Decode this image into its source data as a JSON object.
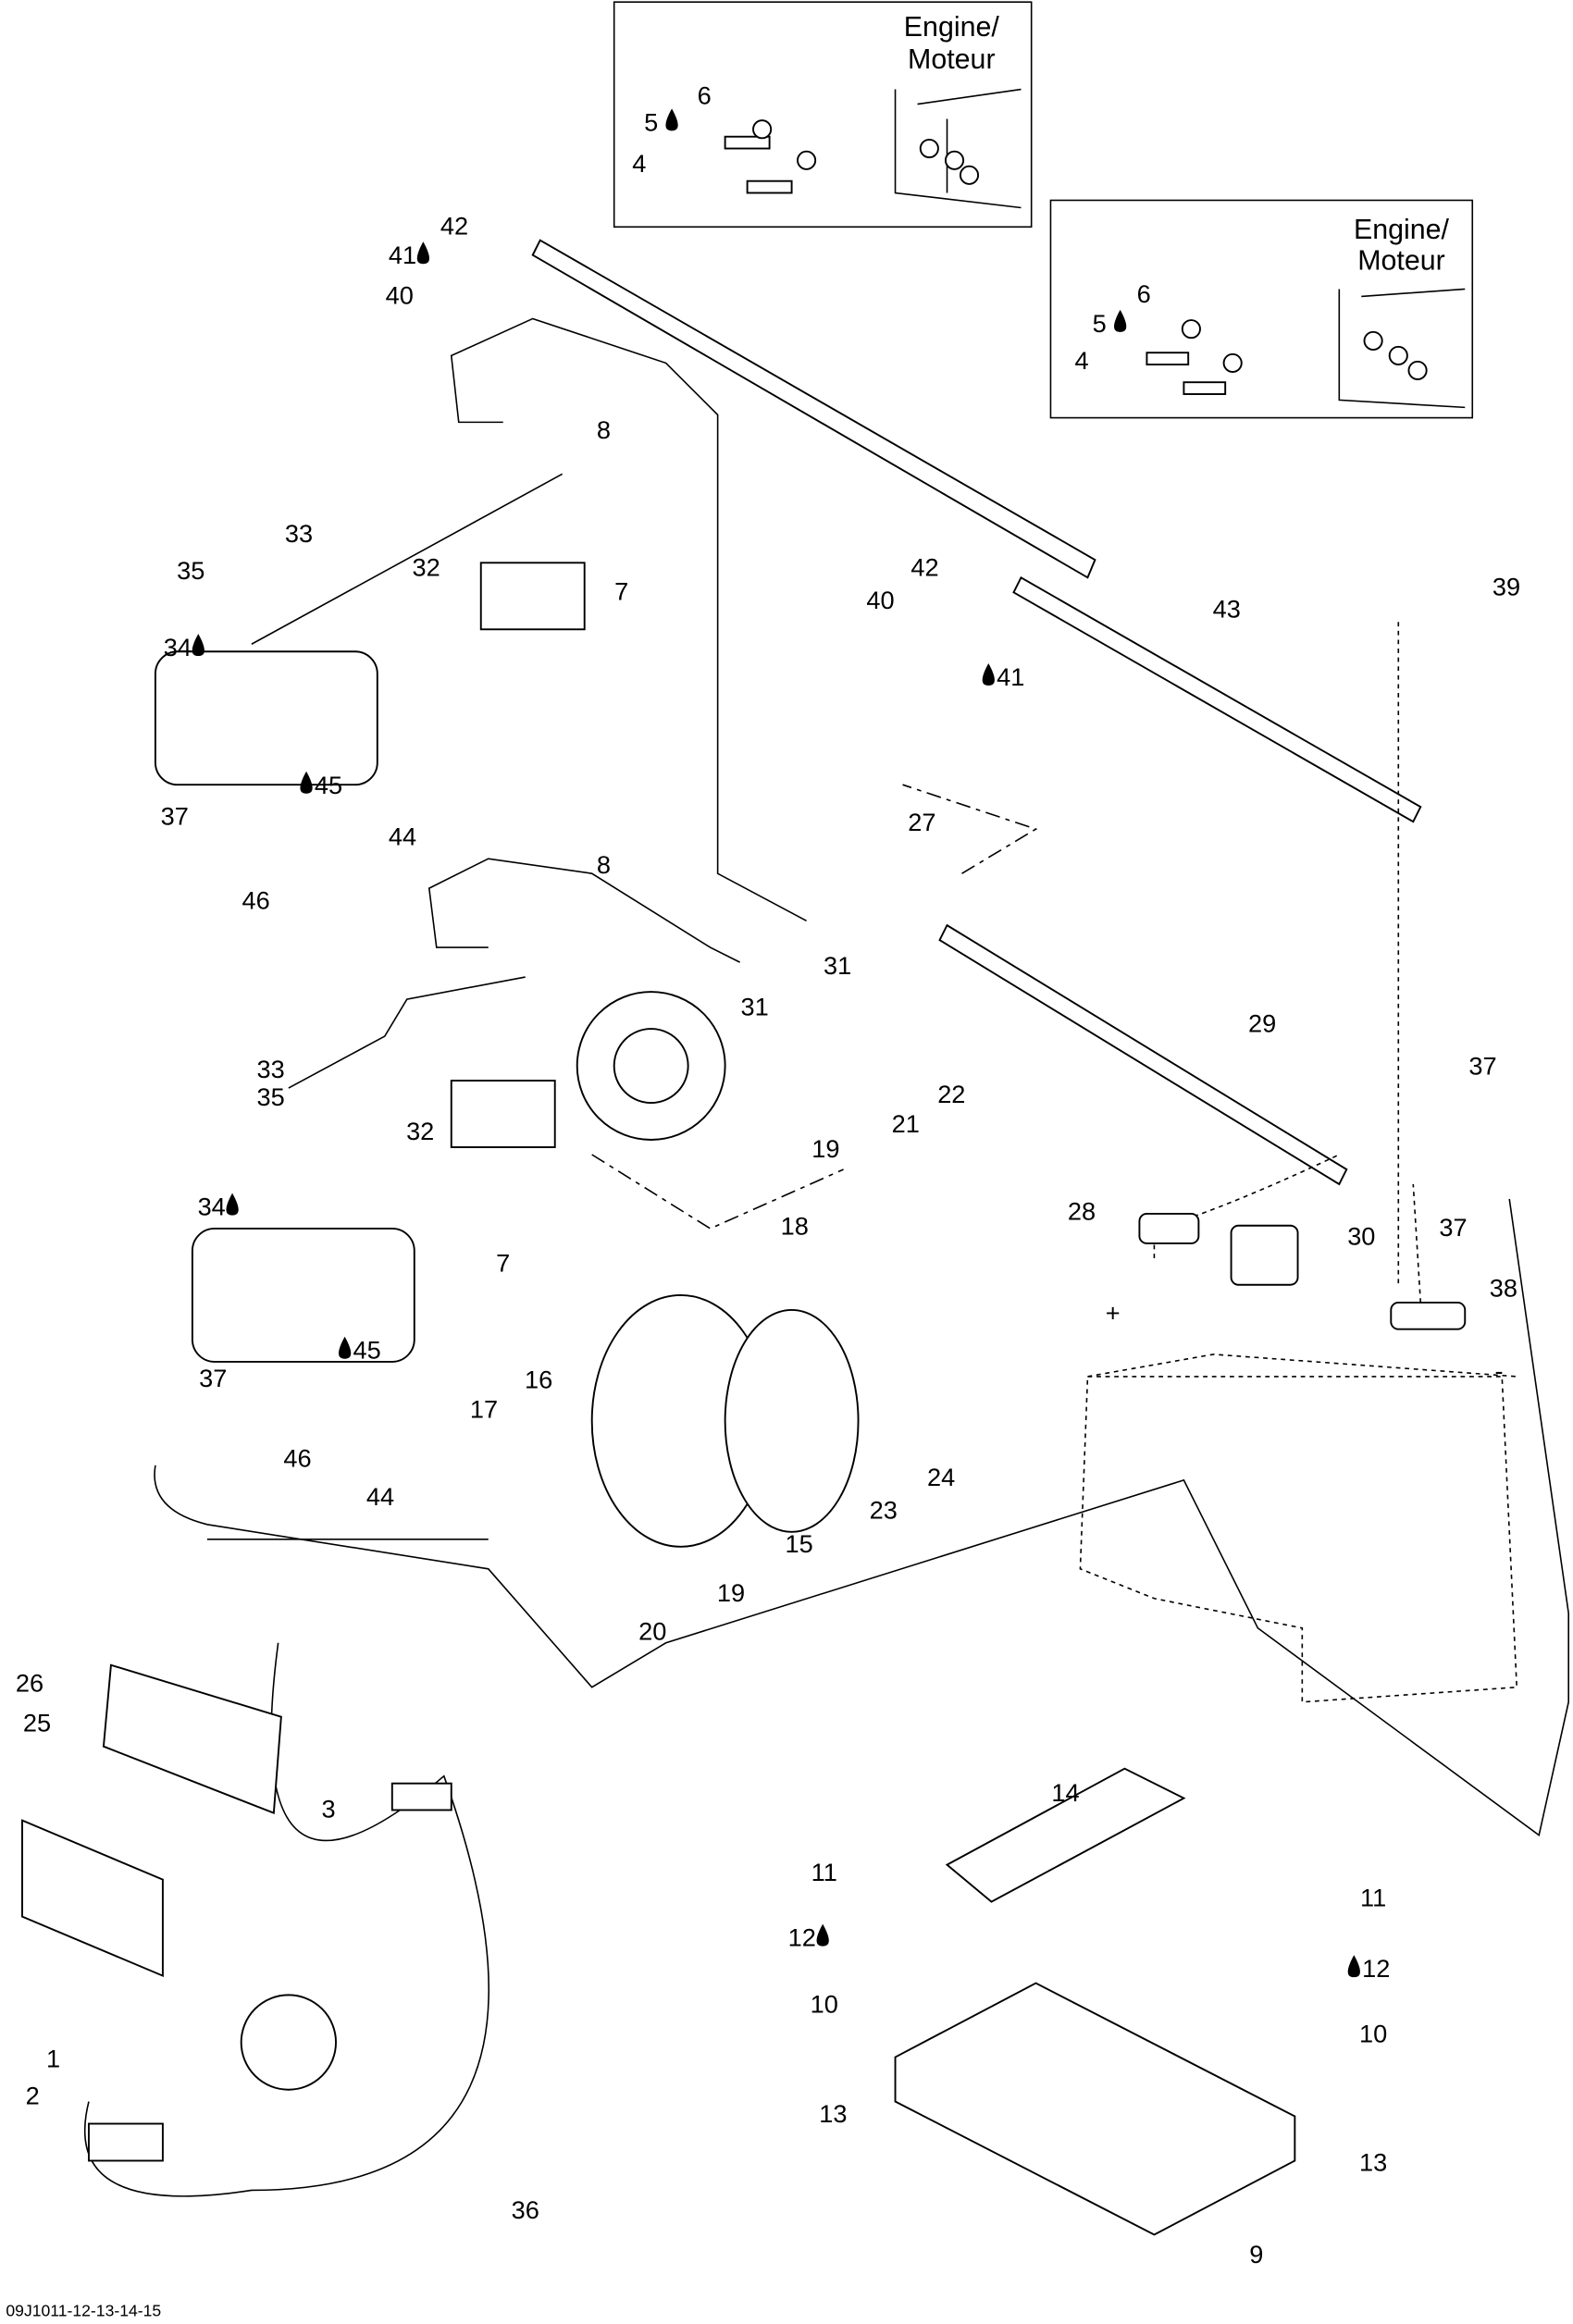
{
  "diagram": {
    "inset_label_line1": "Engine/",
    "inset_label_line2": "Moteur",
    "footer_code": "09J1011-12-13-14-15",
    "callouts": [
      "6",
      "5",
      "4",
      "6",
      "5",
      "4",
      "42",
      "41",
      "40",
      "8",
      "33",
      "35",
      "32",
      "7",
      "34",
      "45",
      "37",
      "44",
      "46",
      "42",
      "40",
      "41",
      "43",
      "39",
      "27",
      "8",
      "31",
      "31",
      "22",
      "21",
      "19",
      "18",
      "29",
      "37",
      "37",
      "33",
      "35",
      "32",
      "34",
      "7",
      "28",
      "30",
      "38",
      "+",
      "-",
      "45",
      "37",
      "46",
      "44",
      "16",
      "17",
      "24",
      "23",
      "15",
      "19",
      "20",
      "26",
      "25",
      "3",
      "14",
      "11",
      "11",
      "12",
      "12",
      "10",
      "10",
      "13",
      "13",
      "1",
      "2",
      "36",
      "9"
    ],
    "drop_icon": "oil-drop-icon"
  }
}
